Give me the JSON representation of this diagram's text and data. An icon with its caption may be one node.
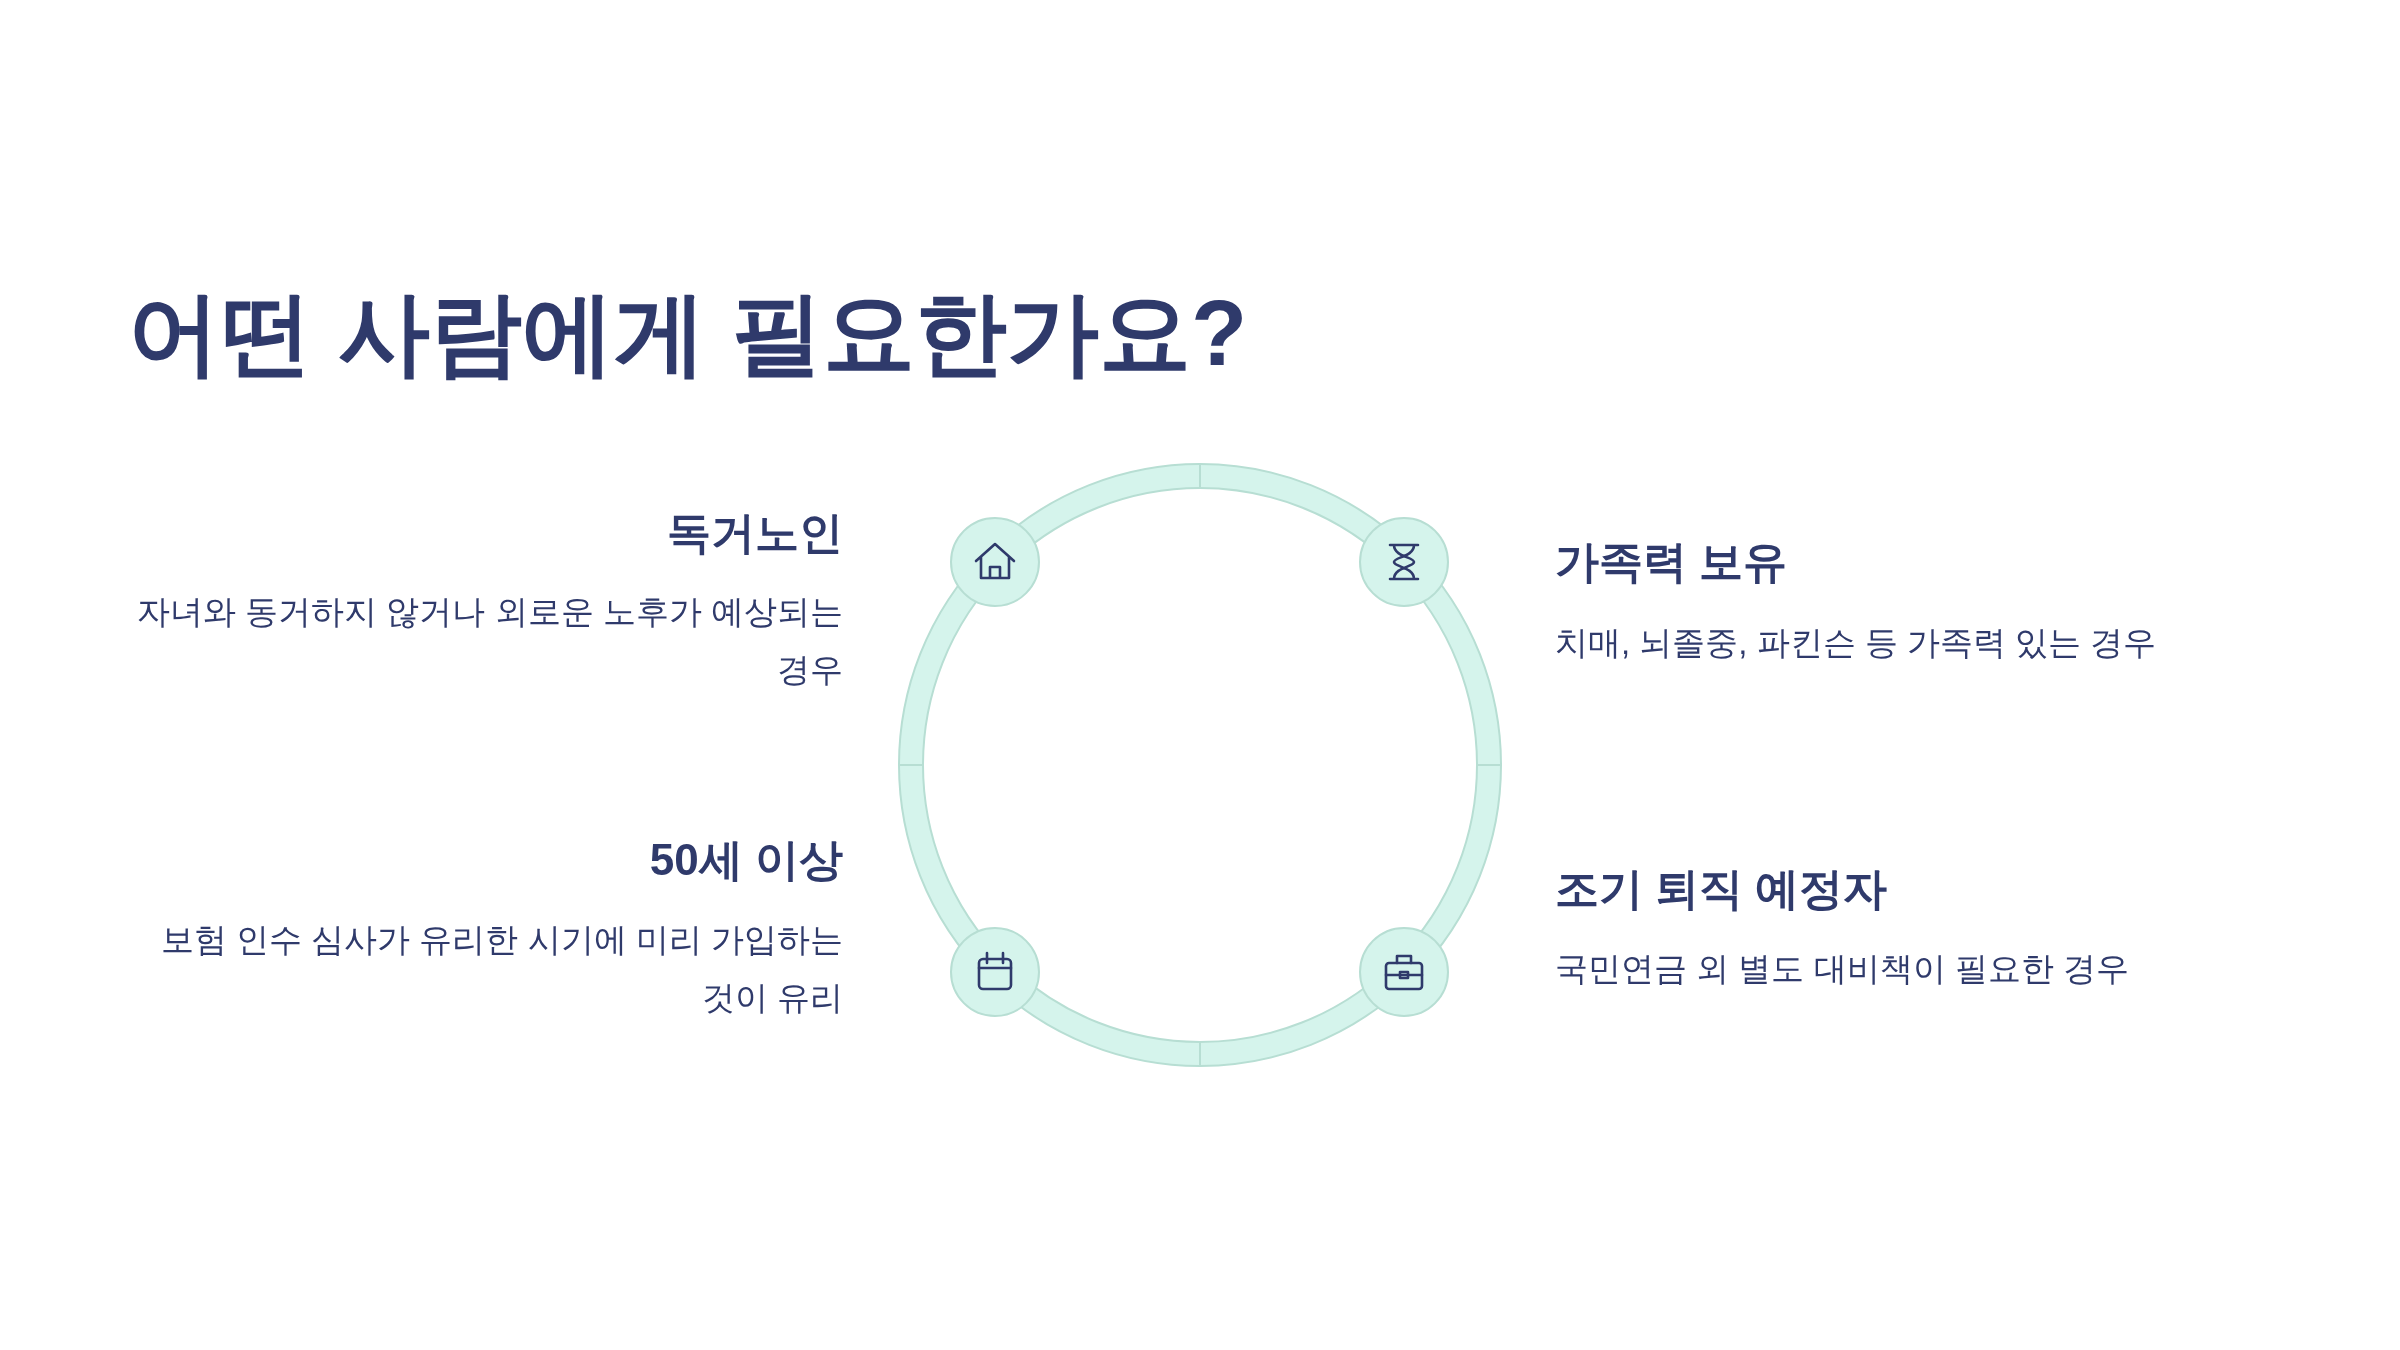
{
  "diagram": {
    "title": "어떤 사람에게 필요한가요?",
    "labels": [
      "독거노인",
      "자녀와 동거하지 않거나 외로운 노후가 예상되는 경우",
      "가족력 보유",
      "치매, 뇌졸중, 파킨슨 등 가족력 있는 경우",
      "50세 이상",
      "보험 인수 심사가 유리한 시기에 미리 가입하는 것이 유리",
      "조기 퇴직 예정자",
      "국민연금 외 별도 대비책이 필요한 경우"
    ]
  }
}
